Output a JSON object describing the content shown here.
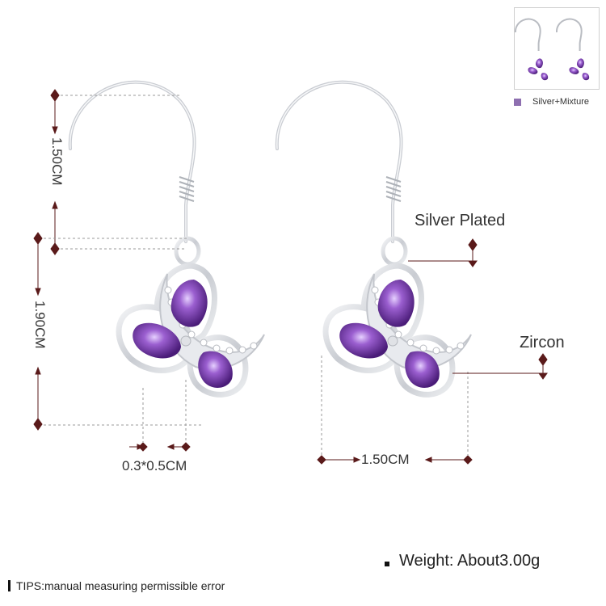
{
  "dimensions": {
    "hook_length": "1.50CM",
    "pendant_height": "1.90CM",
    "stone_size": "0.3*0.5CM",
    "pendant_width": "1.50CM"
  },
  "callouts": {
    "plating": "Silver Plated",
    "stone": "Zircon"
  },
  "variant": {
    "label": "Silver+Mixture",
    "swatch_color": "#8e6fb0"
  },
  "weight": "Weight:  About3.00g",
  "tips": "TIPS:manual measuring permissible error",
  "colors": {
    "dimension_line": "#5a1a1a",
    "guide_line": "#9a9a9a",
    "silver": "#d6d9dd",
    "gem_purple": "#7a3fa8",
    "zircon": "#f2f2f2"
  }
}
